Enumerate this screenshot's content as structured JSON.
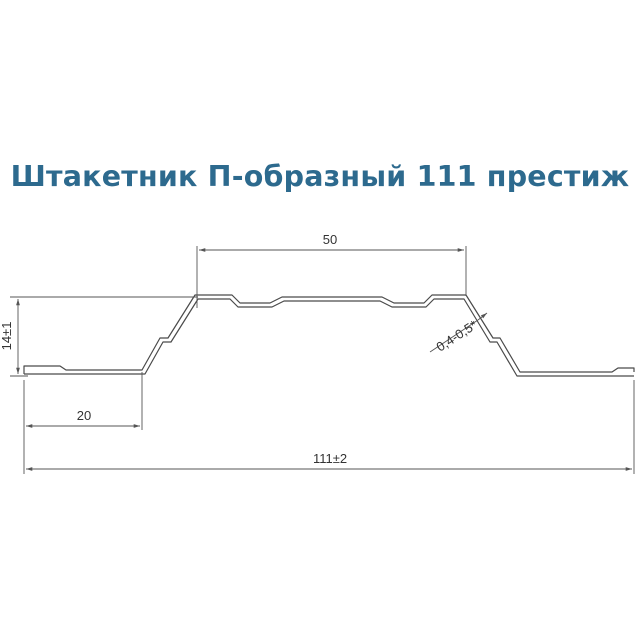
{
  "title": "Штакетник П-образный 111 престиж",
  "colors": {
    "title": "#2d6a8e",
    "profile": "#4a4a4a",
    "dimension": "#555555"
  },
  "dimensions": {
    "top_width": "50",
    "height": "14±1",
    "thickness": "0,4-0,5*",
    "side_width": "20",
    "total_width": "111±2"
  }
}
